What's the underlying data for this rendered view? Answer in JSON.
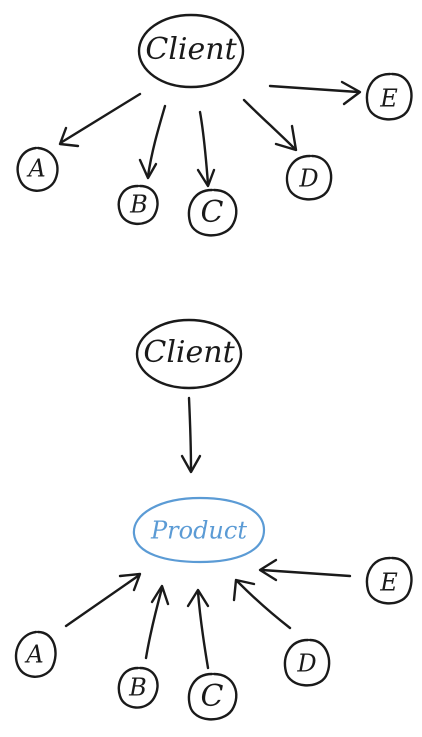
{
  "top_diagram": {
    "hub": {
      "label": "Client"
    },
    "nodes": [
      {
        "id": "A",
        "label": "A"
      },
      {
        "id": "B",
        "label": "B"
      },
      {
        "id": "C",
        "label": "C"
      },
      {
        "id": "D",
        "label": "D"
      },
      {
        "id": "E",
        "label": "E"
      }
    ]
  },
  "bottom_diagram": {
    "client": {
      "label": "Client"
    },
    "hub": {
      "label": "Product",
      "color": "#5b9bd5"
    },
    "nodes": [
      {
        "id": "A",
        "label": "A"
      },
      {
        "id": "B",
        "label": "B"
      },
      {
        "id": "C",
        "label": "C"
      },
      {
        "id": "D",
        "label": "D"
      },
      {
        "id": "E",
        "label": "E"
      }
    ]
  },
  "colors": {
    "ink": "#1a1a1a",
    "accent": "#5b9bd5",
    "background": "#ffffff"
  }
}
